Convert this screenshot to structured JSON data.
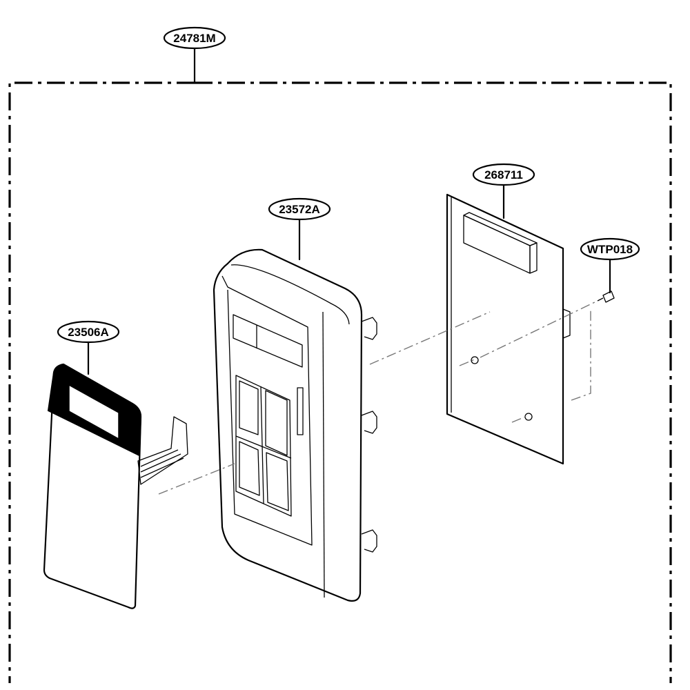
{
  "parts": {
    "assembly": "24781M",
    "control_panel": "23572A",
    "membrane_keypad": "23506A",
    "pcb": "268711",
    "screw": "WTP018"
  }
}
